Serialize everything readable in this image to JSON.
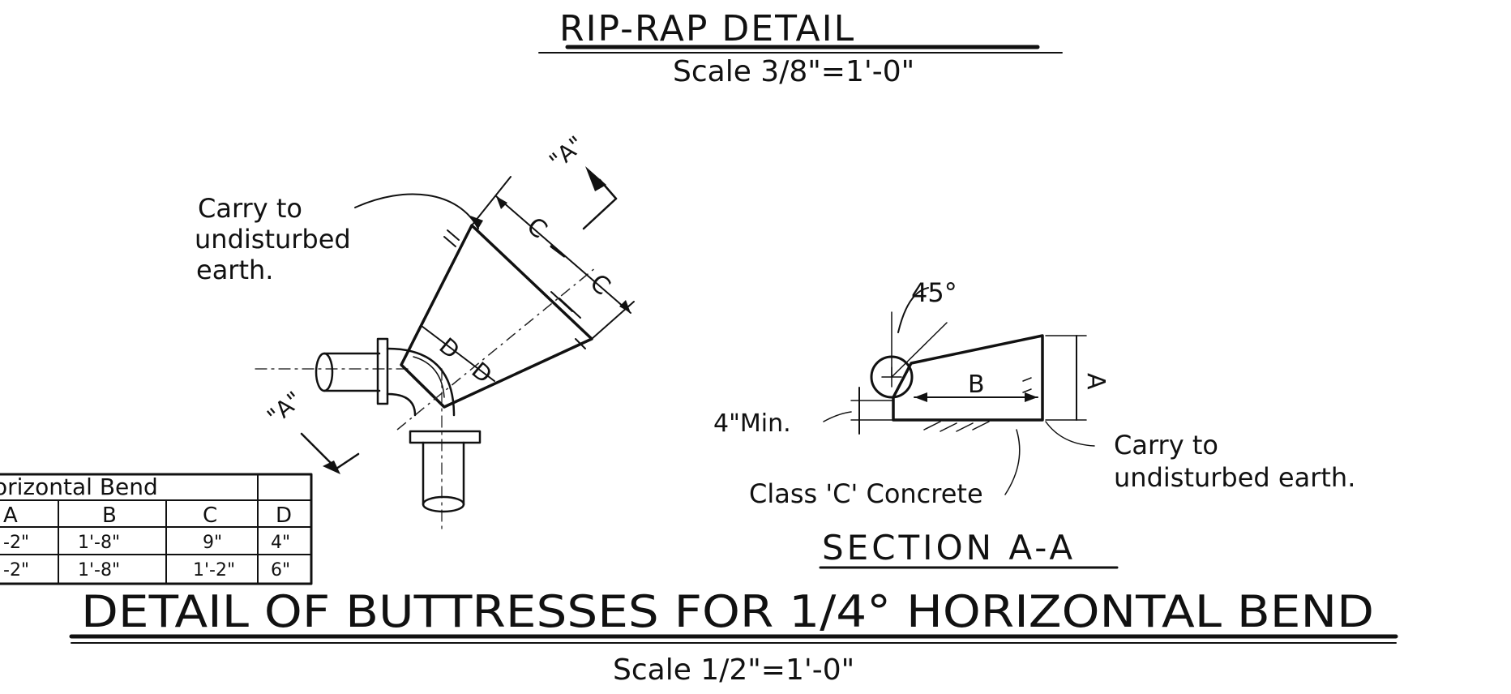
{
  "riprap": {
    "title": "RIP-RAP DETAIL",
    "scale": "Scale 3/8\"=1'-0\""
  },
  "plan": {
    "note_lines": [
      "Carry to",
      "undisturbed",
      "earth."
    ],
    "dim_c1": "C",
    "dim_c2": "C",
    "dim_d1": "D",
    "dim_d2": "D",
    "section_mark_top": "\"A\"",
    "section_mark_bottom": "\"A\""
  },
  "table": {
    "title": "orizontal Bend",
    "headers": [
      "A",
      "B",
      "C",
      "D"
    ],
    "rows": [
      [
        "-2\"",
        "1'-8\"",
        "9\"",
        "4\""
      ],
      [
        "-2\"",
        "1'-8\"",
        "1'-2\"",
        "6\""
      ]
    ]
  },
  "section": {
    "angle_label": "45°",
    "dim_b": "B",
    "dim_a": "A",
    "min_label": "4\"Min.",
    "concrete_label": "Class 'C' Concrete",
    "note_lines": [
      "Carry to",
      "undisturbed earth."
    ],
    "title": "SECTION A-A"
  },
  "main": {
    "title": "DETAIL OF BUTTRESSES FOR 1/4° HORIZONTAL BEND",
    "scale": "Scale 1/2\"=1'-0\""
  }
}
